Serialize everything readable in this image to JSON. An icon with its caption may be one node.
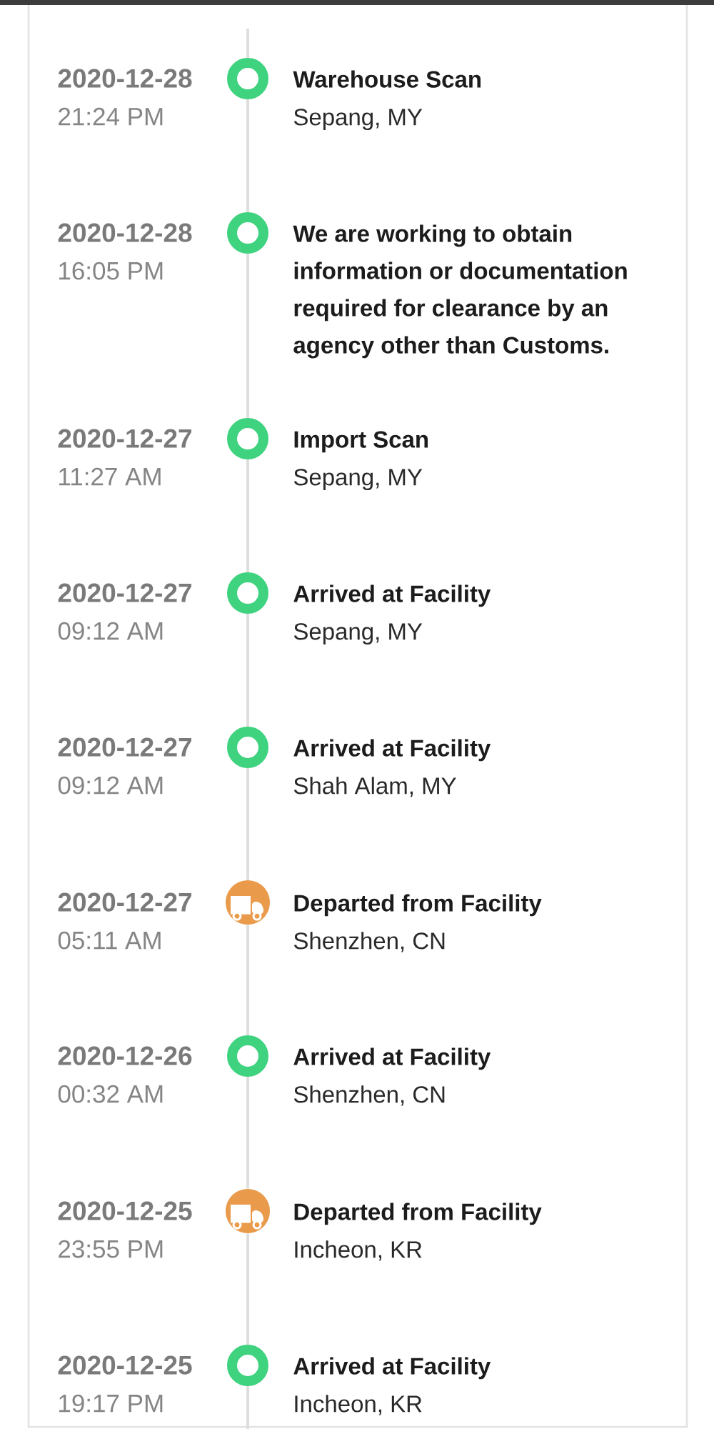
{
  "diagram": {
    "nodes": [
      {
        "text": [],
        "shape": "circle",
        "beside": [
          "2020-12-28",
          "21:24 PM",
          "Warehouse Scan",
          "Sepang, MY"
        ]
      },
      {
        "text": [],
        "shape": "circle",
        "beside": [
          "2020-12-28",
          "16:05 PM",
          "We are working to obtain information or documentation required for clearance by an agency other than Customs."
        ]
      },
      {
        "text": [],
        "shape": "circle",
        "beside": [
          "2020-12-27",
          "11:27 AM",
          "Import Scan",
          "Sepang, MY"
        ]
      },
      {
        "text": [],
        "shape": "circle",
        "beside": [
          "2020-12-27",
          "09:12 AM",
          "Arrived at Facility",
          "Sepang, MY"
        ]
      },
      {
        "text": [],
        "shape": "circle",
        "beside": [
          "2020-12-27",
          "09:12 AM",
          "Arrived at Facility",
          "Shah Alam, MY"
        ]
      },
      {
        "text": [],
        "shape": "truck",
        "beside": [
          "2020-12-27",
          "05:11 AM",
          "Departed from Facility",
          "Shenzhen, CN"
        ]
      },
      {
        "text": [],
        "shape": "circle",
        "beside": [
          "2020-12-26",
          "00:32 AM",
          "Arrived at Facility",
          "Shenzhen, CN"
        ]
      },
      {
        "text": [],
        "shape": "truck",
        "beside": [
          "2020-12-25",
          "23:55 PM",
          "Departed from Facility",
          "Incheon, KR"
        ]
      },
      {
        "text": [],
        "shape": "circle",
        "beside": [
          "2020-12-25",
          "19:17 PM",
          "Arrived at Facility",
          "Incheon, KR"
        ]
      }
    ],
    "edges": [
      {
        "from": null,
        "to": 0,
        "arrow": "none"
      },
      {
        "from": 0,
        "to": 1,
        "arrow": "none"
      },
      {
        "from": 1,
        "to": 2,
        "arrow": "none"
      },
      {
        "from": 2,
        "to": 3,
        "arrow": "none"
      },
      {
        "from": 3,
        "to": 4,
        "arrow": "none"
      },
      {
        "from": 4,
        "to": 5,
        "arrow": "none"
      },
      {
        "from": 5,
        "to": 6,
        "arrow": "none"
      },
      {
        "from": 6,
        "to": 7,
        "arrow": "none"
      },
      {
        "from": 7,
        "to": 8,
        "arrow": "none"
      },
      {
        "from": 8,
        "to": null,
        "arrow": "none"
      }
    ]
  }
}
